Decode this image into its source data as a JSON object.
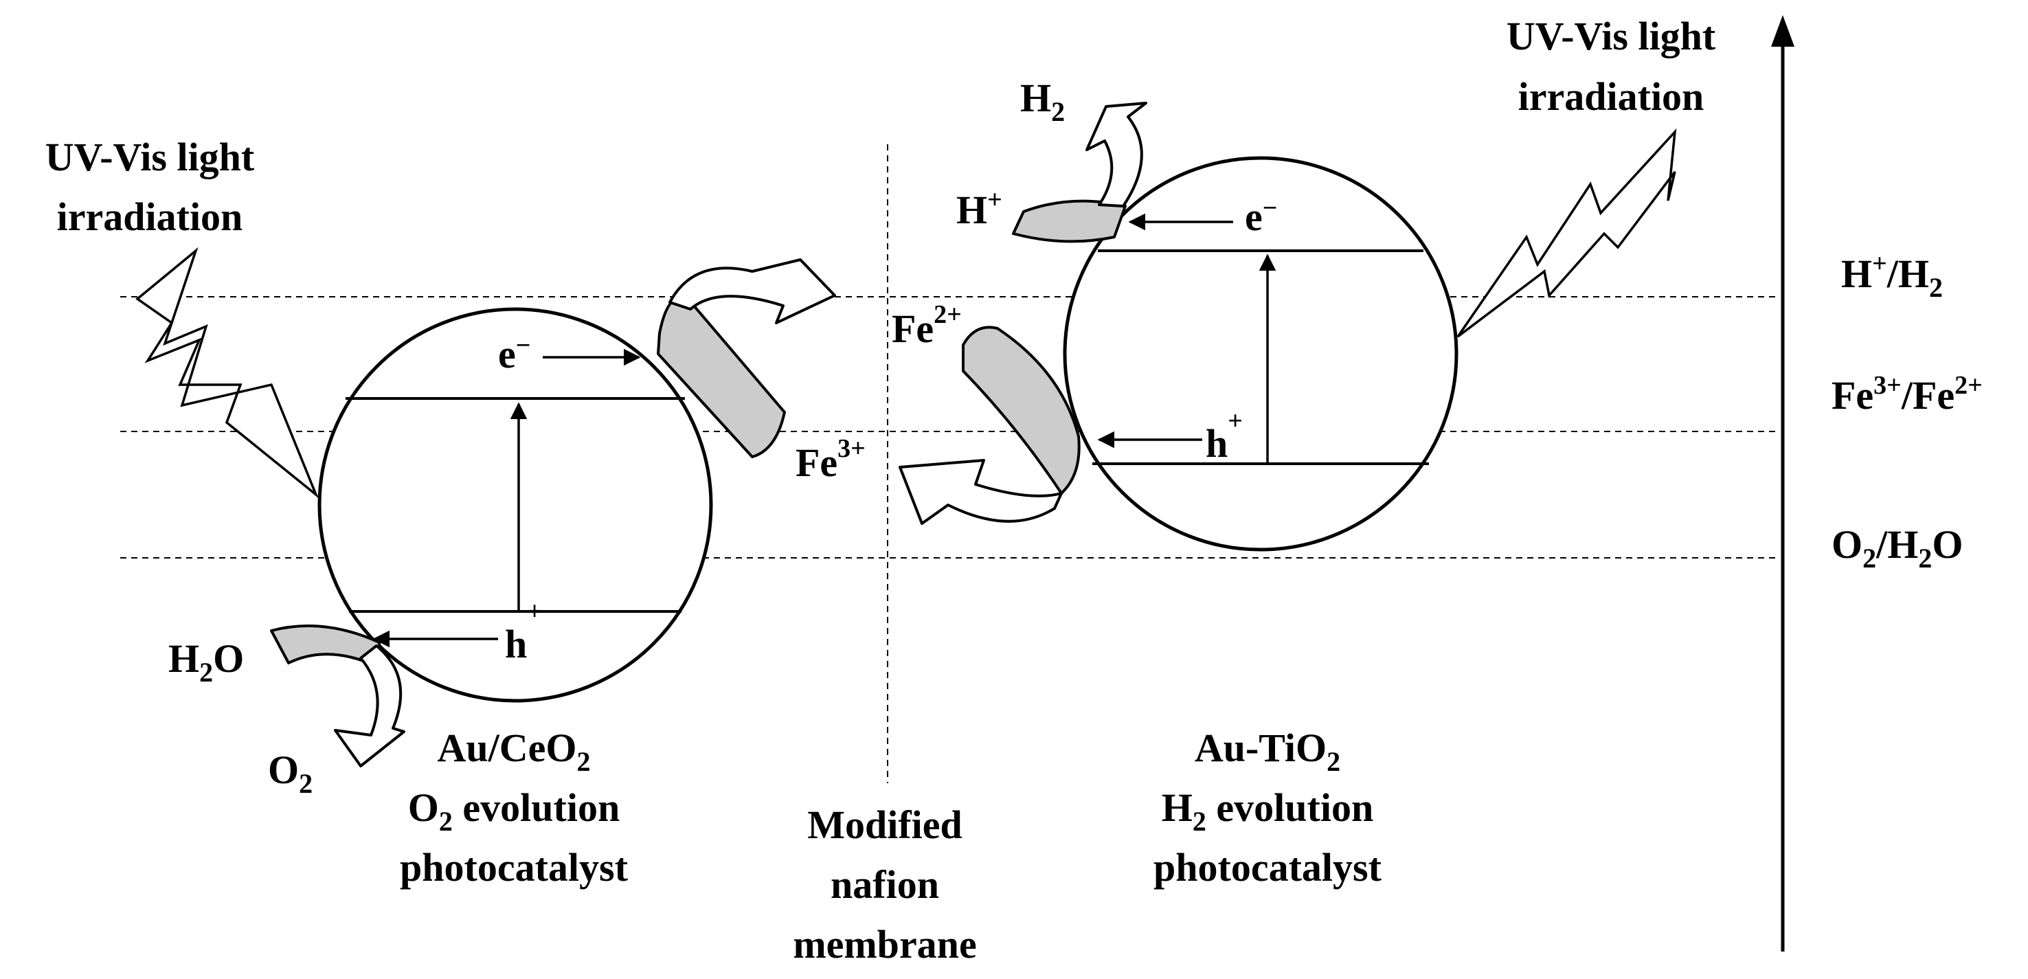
{
  "light_left": {
    "line1": "UV-Vis light",
    "line2": "irradiation"
  },
  "light_right": {
    "line1": "UV-Vis light",
    "line2": "irradiation"
  },
  "levels": {
    "h_h2": {
      "a": "H",
      "a_sup": "+",
      "b": "/H",
      "b_sub": "2"
    },
    "fe": {
      "a": "Fe",
      "a_sup": "3+",
      "b": "/Fe",
      "b_sup": "2+"
    },
    "o2_h2o": {
      "a": "O",
      "a_sub": "2",
      "b": "/H",
      "b_sub": "2",
      "c": "O"
    }
  },
  "left_catalyst": {
    "electron": "e",
    "electron_sup": "−",
    "hole": "h",
    "hole_sup": "+",
    "reactant": {
      "a": "H",
      "a_sub": "2",
      "b": "O"
    },
    "product": {
      "a": "O",
      "a_sub": "2"
    },
    "name": {
      "a": "Au/CeO",
      "a_sub": "2"
    },
    "role": {
      "a": "O",
      "a_sub": "2",
      "b": " evolution"
    },
    "type": "photocatalyst"
  },
  "right_catalyst": {
    "electron": "e",
    "electron_sup": "−",
    "hole": "h",
    "hole_sup": "+",
    "reactant": {
      "a": "H",
      "a_sup": "+"
    },
    "product": {
      "a": "H",
      "a_sub": "2"
    },
    "name": {
      "a": "Au-TiO",
      "a_sub": "2"
    },
    "role": {
      "a": "H",
      "a_sub": "2",
      "b": " evolution"
    },
    "type": "photocatalyst"
  },
  "mediator": {
    "fe2": {
      "a": "Fe",
      "a_sup": "2+"
    },
    "fe3": {
      "a": "Fe",
      "a_sup": "3+"
    }
  },
  "membrane": {
    "line1": "Modified",
    "line2": "nafion",
    "line3": "membrane"
  }
}
